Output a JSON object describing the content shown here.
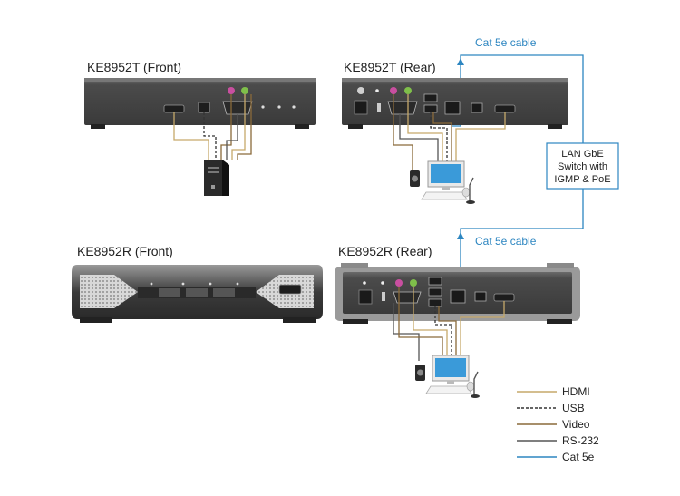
{
  "devices": {
    "tx_front": "KE8952T (Front)",
    "tx_rear": "KE8952T (Rear)",
    "rx_front": "KE8952R (Front)",
    "rx_rear": "KE8952R (Rear)"
  },
  "cables": {
    "top_label": "Cat 5e cable",
    "bottom_label": "Cat 5e cable"
  },
  "switch_box": {
    "line1": "LAN GbE",
    "line2": "Switch with",
    "line3": "IGMP & PoE"
  },
  "legend": {
    "items": [
      {
        "label": "HDMI",
        "color": "#c6a96a",
        "dashed": false
      },
      {
        "label": "USB",
        "color": "#333333",
        "dashed": true
      },
      {
        "label": "Video",
        "color": "#8a6a3a",
        "dashed": false
      },
      {
        "label": "RS-232",
        "color": "#555555",
        "dashed": false
      },
      {
        "label": "Cat 5e",
        "color": "#2d86c1",
        "dashed": false
      }
    ]
  },
  "colors": {
    "hdmi": "#c6a96a",
    "usb": "#333333",
    "video": "#8a6a3a",
    "rs232": "#555555",
    "cat5e": "#2d86c1",
    "device_body": "#4a4a4a"
  }
}
